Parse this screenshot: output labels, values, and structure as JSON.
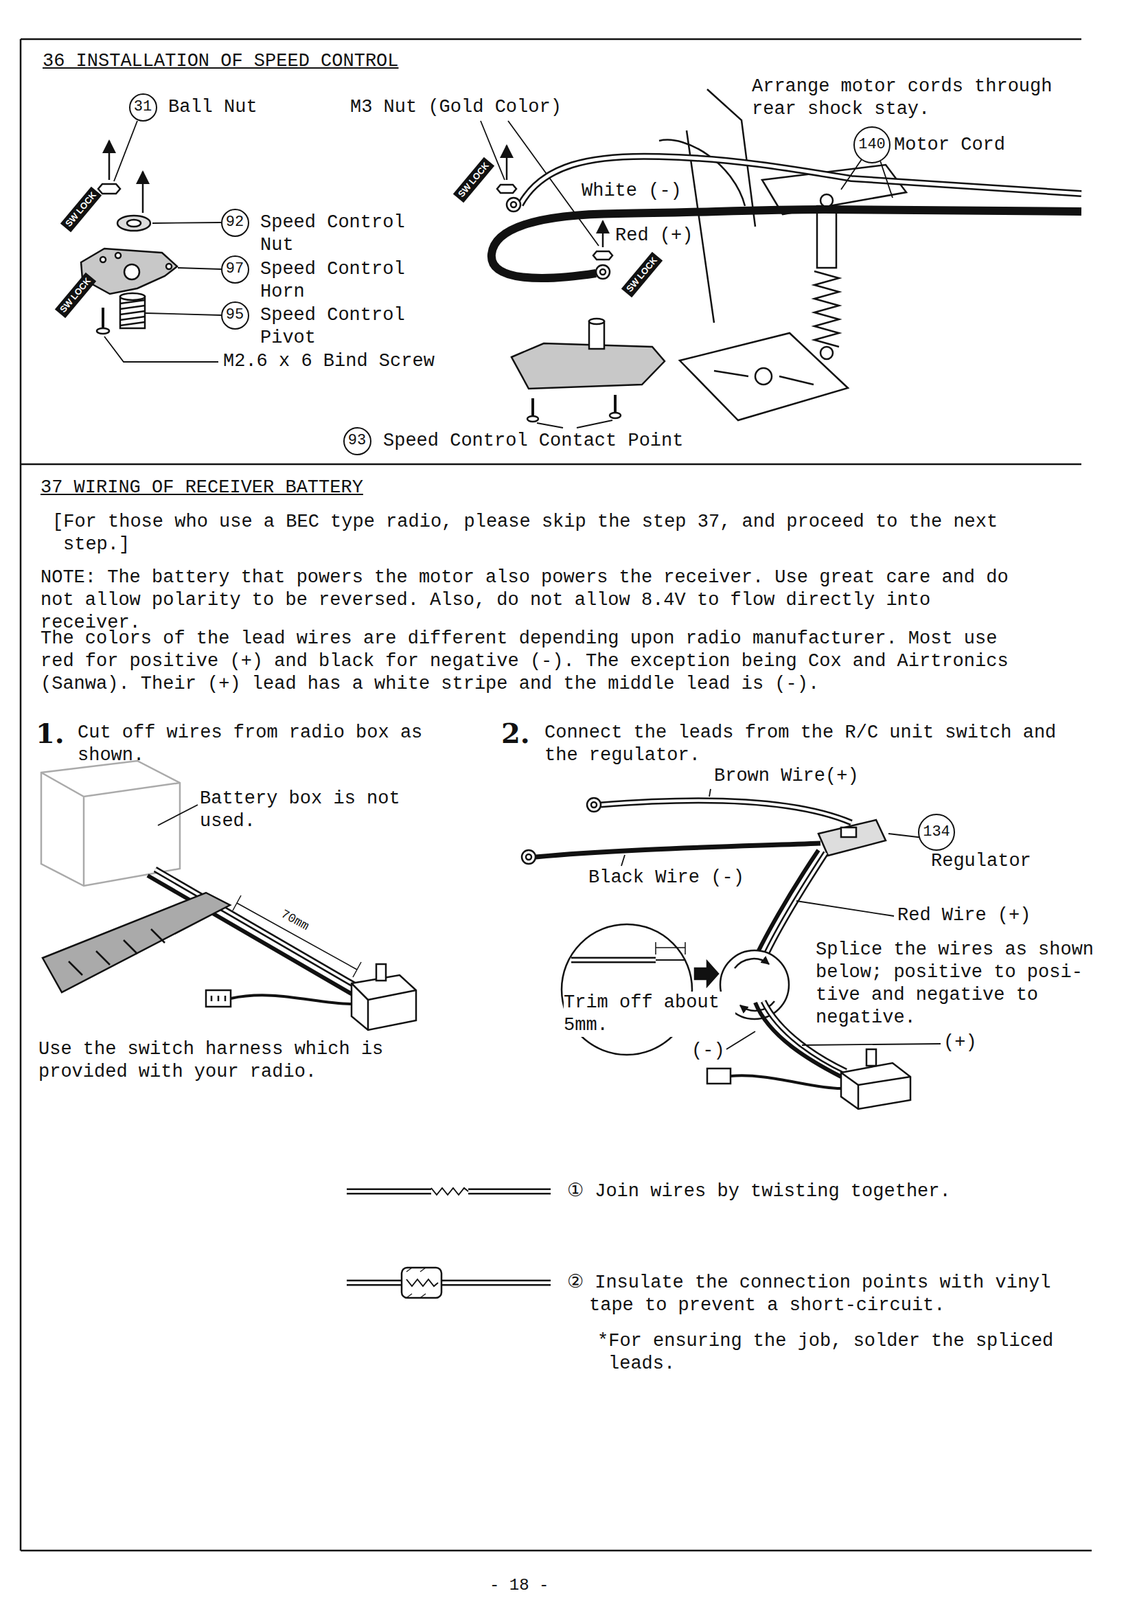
{
  "diagram": {
    "nodes": [
      {
        "text": [
          "31"
        ]
      },
      {
        "text": [
          "140"
        ]
      },
      {
        "text": [
          "92"
        ]
      },
      {
        "text": [
          "97"
        ]
      },
      {
        "text": [
          "95"
        ]
      },
      {
        "text": [
          "93"
        ]
      },
      {
        "text": [
          "134"
        ]
      }
    ],
    "labels": [
      "36 INSTALLATION OF SPEED CONTROL",
      "Ball Nut",
      "M3 Nut (Gold Color)",
      "Arrange motor cords through rear shock stay.",
      "Motor Cord",
      "White (-)",
      "Red (+)",
      "Speed Control Nut",
      "Speed Control Horn",
      "Speed Control Pivot",
      "M2.6 x 6 Bind Screw",
      "Speed Control Contact Point",
      "37 WIRING OF RECEIVER BATTERY",
      "[For those who use a BEC type radio, please skip the step 37, and proceed to the next step.]",
      "NOTE: The battery that powers the motor also powers the receiver. Use great care and do not allow polarity to be reversed. Also, do not allow 8.4V to flow directly into receiver.",
      "The colors of the lead wires are different depending upon radio manufacturer. Most use red for positive (+) and black for negative (-). The exception being Cox and Airtronics (Sanwa). Their (+) lead has a white stripe and the middle lead is (-).",
      "1.",
      "Cut off wires from radio box as shown.",
      "Battery box is not used.",
      "70mm",
      "Use the switch harness which is provided with your radio.",
      "2.",
      "Connect the leads from the R/C unit switch and the regulator.",
      "Brown Wire(+)",
      "Regulator",
      "Black Wire (-)",
      "Red Wire (+)",
      "Splice the wires as shown below; positive to posi- tive and negative to negative.",
      "Trim off about 5mm.",
      "(-)",
      "(+)",
      "① Join wires by twisting together.",
      "② Insulate the connection points with vinyl tape to prevent a short-circuit.",
      "*For ensuring the job, solder the spliced leads.",
      "- 18 -",
      "SW LOCK",
      "SW LOCK",
      "SW LOCK",
      "SW LOCK"
    ]
  }
}
